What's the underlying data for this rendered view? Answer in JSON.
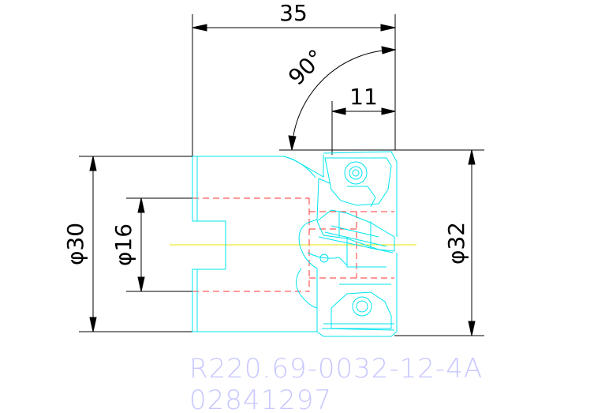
{
  "dimensions": {
    "overall_length": "35",
    "angle": "90°",
    "insert_offset": "11",
    "shank_diameter": "φ30",
    "bore_diameter": "φ16",
    "cutting_diameter": "φ32"
  },
  "part": {
    "code": "R220.69-0032-12-4A",
    "number": "02841297"
  },
  "colors": {
    "dimension": "#000000",
    "outline": "#00ffff",
    "hidden": "#ff0000",
    "centerline": "#ffff00",
    "label": "#c8c8ff"
  }
}
